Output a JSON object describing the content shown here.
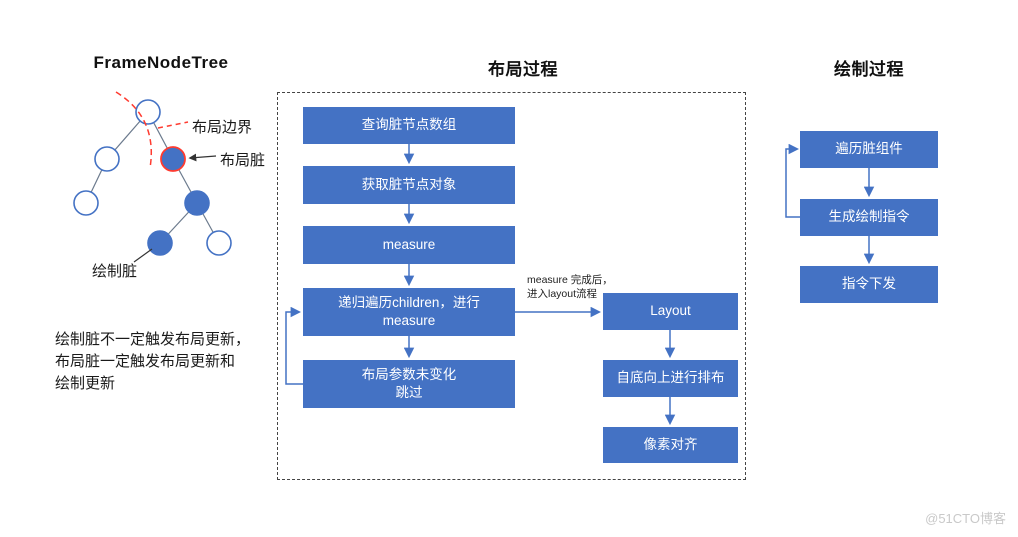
{
  "titles": {
    "tree": "FrameNodeTree",
    "layout": "布局过程",
    "paint": "绘制过程"
  },
  "tree": {
    "label_layout_boundary": "布局边界",
    "label_layout_dirty": "布局脏",
    "label_paint_dirty": "绘制脏",
    "note": "绘制脏不一定触发布局更新，\n布局脏一定触发布局更新和\n绘制更新"
  },
  "layout_flow": {
    "steps": [
      "查询脏节点数组",
      "获取脏节点对象",
      "measure",
      "递归遍历children，进行\nmeasure",
      "布局参数未变化\n跳过"
    ],
    "annotation": "measure 完成后，\n进入layout流程",
    "side_steps": [
      "Layout",
      "自底向上进行排布",
      "像素对齐"
    ]
  },
  "paint_flow": {
    "steps": [
      "遍历脏组件",
      "生成绘制指令",
      "指令下发"
    ]
  },
  "watermark": "@51CTO博客",
  "colors": {
    "box_blue": "#4472C4",
    "boundary_red": "#FF3B30",
    "dash_border": "#444444"
  }
}
